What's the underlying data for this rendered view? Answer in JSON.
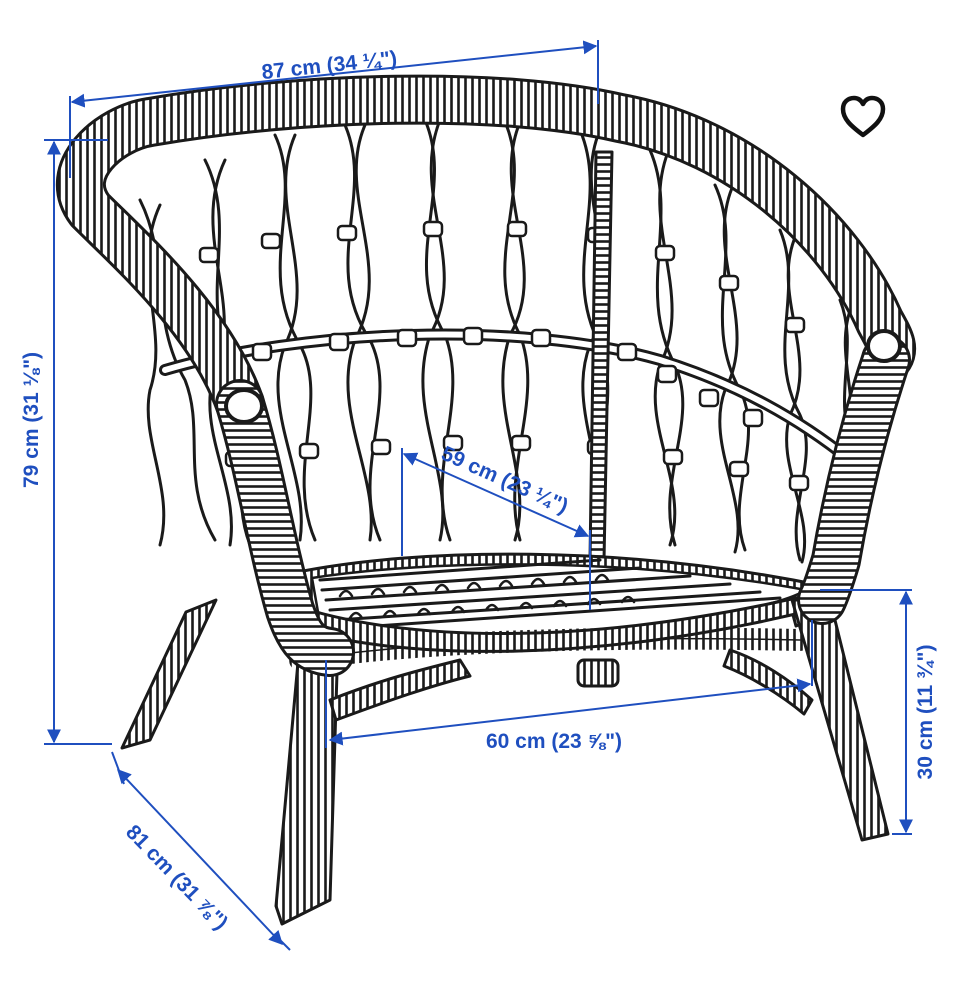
{
  "dimensions": {
    "width_label": "87 cm (34 ¼\")",
    "height_label": "79 cm (31 ⅛\")",
    "depth_label": "81 cm (31 ⅞\")",
    "seat_depth_label": "59 cm (23 ¼\")",
    "seat_width_label": "60 cm (23 ⅝\")",
    "seat_height_label": "30 cm (11 ¾\")"
  },
  "favorite": {
    "icon": "heart-outline-icon"
  },
  "colors": {
    "dimension": "#1f4fbf",
    "drawing": "#1a1a1a",
    "background": "#ffffff"
  }
}
